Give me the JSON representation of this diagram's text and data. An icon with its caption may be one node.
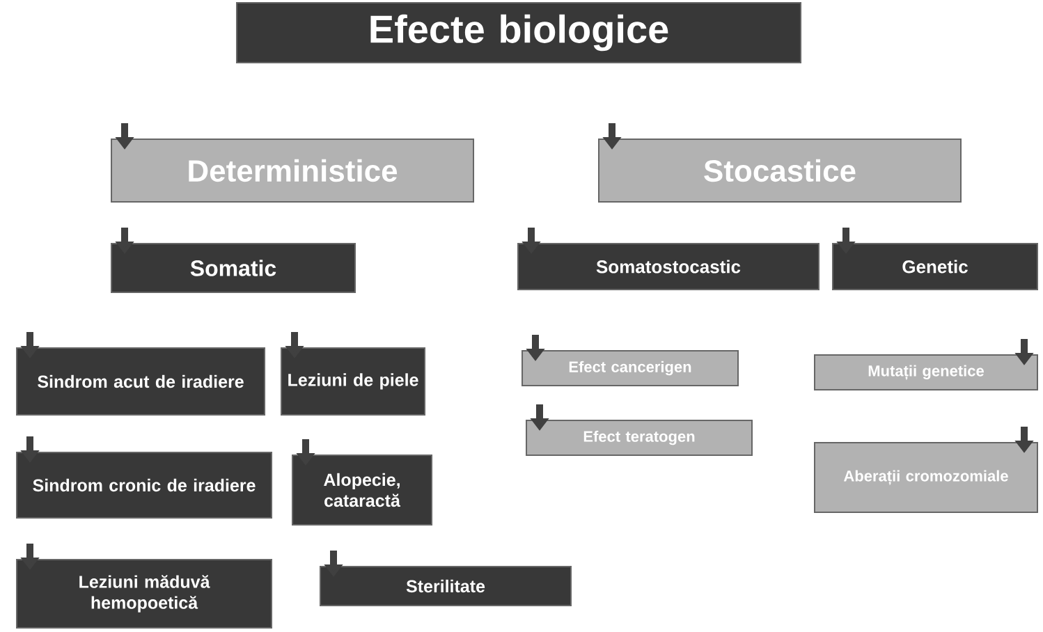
{
  "diagram": {
    "nodes": [
      {
        "text": [
          "Efecte biologice"
        ]
      },
      {
        "text": [
          "Deterministice"
        ]
      },
      {
        "text": [
          "Stocastice"
        ]
      },
      {
        "text": [
          "Somatic"
        ]
      },
      {
        "text": [
          "Somatostocastic"
        ]
      },
      {
        "text": [
          "Genetic"
        ]
      },
      {
        "text": [
          "Sindrom acut de iradiere"
        ]
      },
      {
        "text": [
          "Leziuni de piele"
        ]
      },
      {
        "text": [
          "Sindrom cronic de iradiere"
        ]
      },
      {
        "text": [
          "Alopecie, cataractă"
        ]
      },
      {
        "text": [
          "Leziuni măduvă hemopoetică"
        ]
      },
      {
        "text": [
          "Sterilitate"
        ]
      },
      {
        "text": [
          "Efect cancerigen"
        ]
      },
      {
        "text": [
          "Efect teratogen"
        ]
      },
      {
        "text": [
          "Mutații genetice"
        ]
      },
      {
        "text": [
          "Aberații cromozomiale"
        ]
      }
    ],
    "edges": [
      {
        "from": null,
        "to": 1,
        "arrow": "to"
      },
      {
        "from": null,
        "to": 2,
        "arrow": "to"
      },
      {
        "from": null,
        "to": 3,
        "arrow": "to"
      },
      {
        "from": null,
        "to": 4,
        "arrow": "to"
      },
      {
        "from": null,
        "to": 5,
        "arrow": "to"
      },
      {
        "from": null,
        "to": 6,
        "arrow": "to"
      },
      {
        "from": null,
        "to": 7,
        "arrow": "to"
      },
      {
        "from": null,
        "to": 8,
        "arrow": "to"
      },
      {
        "from": null,
        "to": 9,
        "arrow": "to"
      },
      {
        "from": null,
        "to": 10,
        "arrow": "to"
      },
      {
        "from": null,
        "to": 11,
        "arrow": "to"
      },
      {
        "from": null,
        "to": 12,
        "arrow": "to"
      },
      {
        "from": null,
        "to": 13,
        "arrow": "to"
      },
      {
        "from": null,
        "to": 14,
        "arrow": "to"
      },
      {
        "from": null,
        "to": 15,
        "arrow": "to"
      }
    ]
  }
}
